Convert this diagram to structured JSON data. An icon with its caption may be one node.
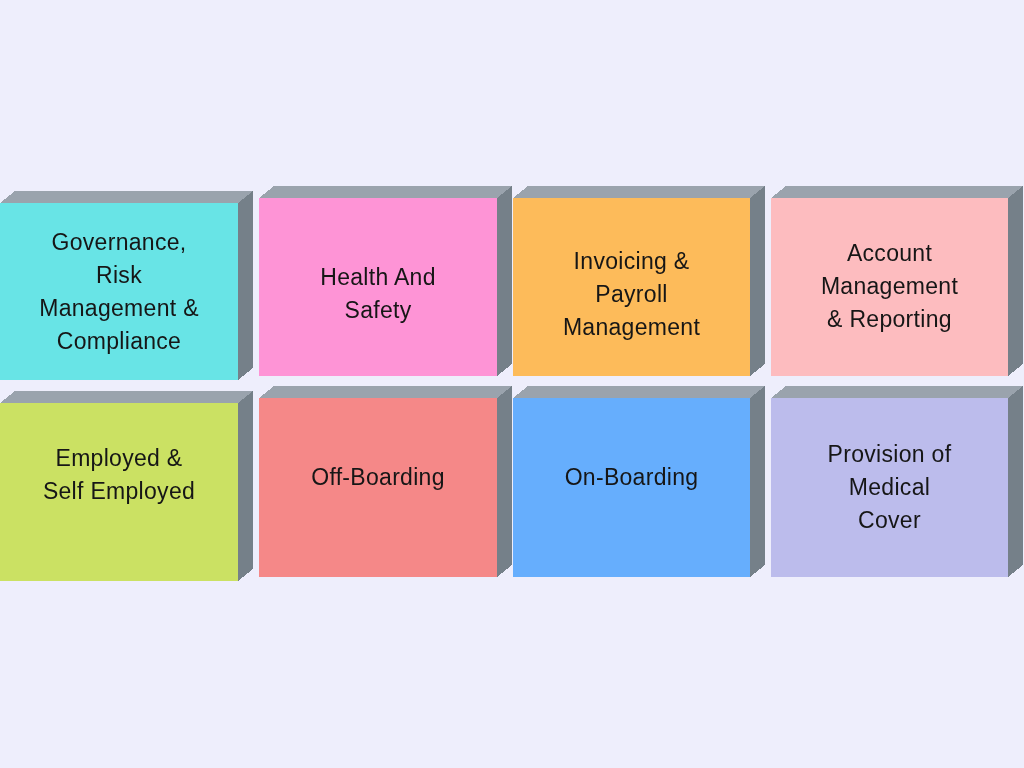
{
  "diagram": {
    "nodes": [
      {
        "text": [
          "Governance, Risk Management & Compliance"
        ]
      },
      {
        "text": [
          "Health And Safety"
        ]
      },
      {
        "text": [
          "Invoicing & Payroll Management"
        ]
      },
      {
        "text": [
          "Account Management & Reporting"
        ]
      },
      {
        "text": [
          "Employed & Self Employed"
        ]
      },
      {
        "text": [
          "Off-Boarding"
        ]
      },
      {
        "text": [
          "On-Boarding"
        ]
      },
      {
        "text": [
          "Provision of Medical Cover"
        ]
      }
    ]
  }
}
